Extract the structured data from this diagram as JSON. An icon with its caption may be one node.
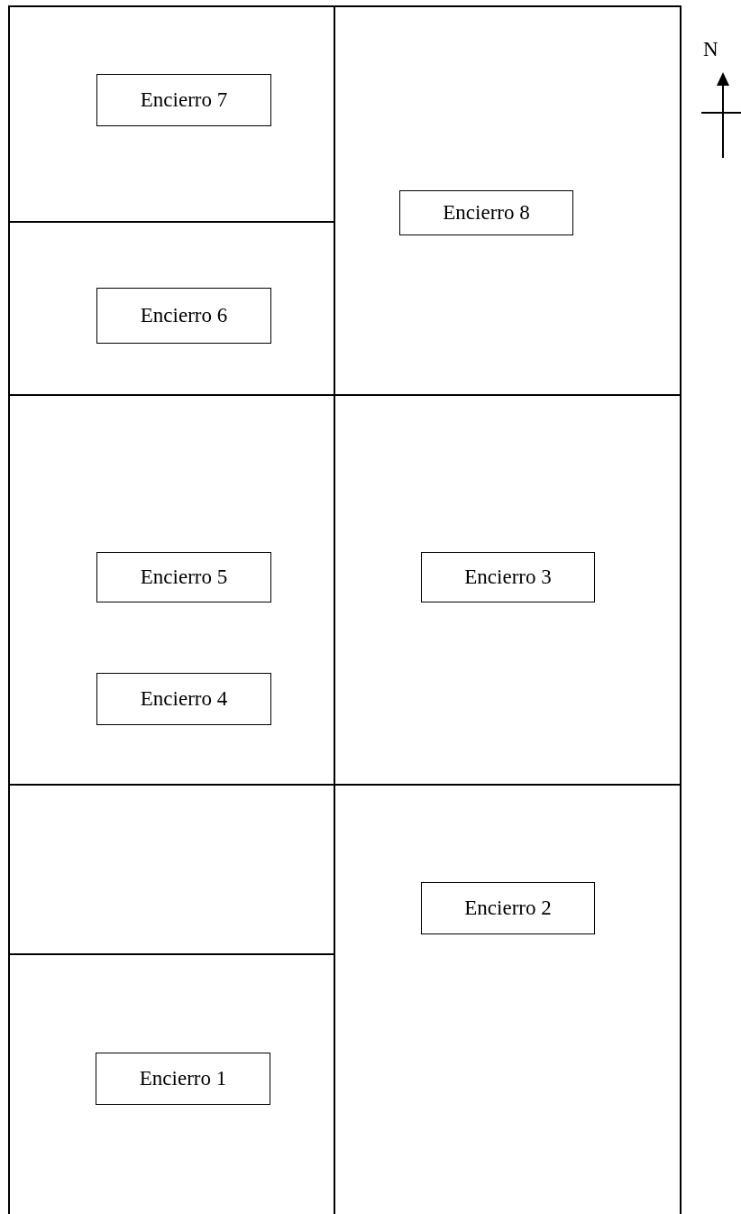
{
  "diagram": {
    "nodes": [
      {
        "text": [
          "Encierro 7"
        ]
      },
      {
        "text": [
          "Encierro 8"
        ]
      },
      {
        "text": [
          "Encierro 6"
        ]
      },
      {
        "text": [
          "Encierro 5"
        ]
      },
      {
        "text": [
          "Encierro 3"
        ]
      },
      {
        "text": [
          "Encierro 4"
        ]
      },
      {
        "text": [
          "Encierro 2"
        ]
      },
      {
        "text": [
          "Encierro 1"
        ]
      }
    ],
    "labels": [
      "N"
    ]
  }
}
